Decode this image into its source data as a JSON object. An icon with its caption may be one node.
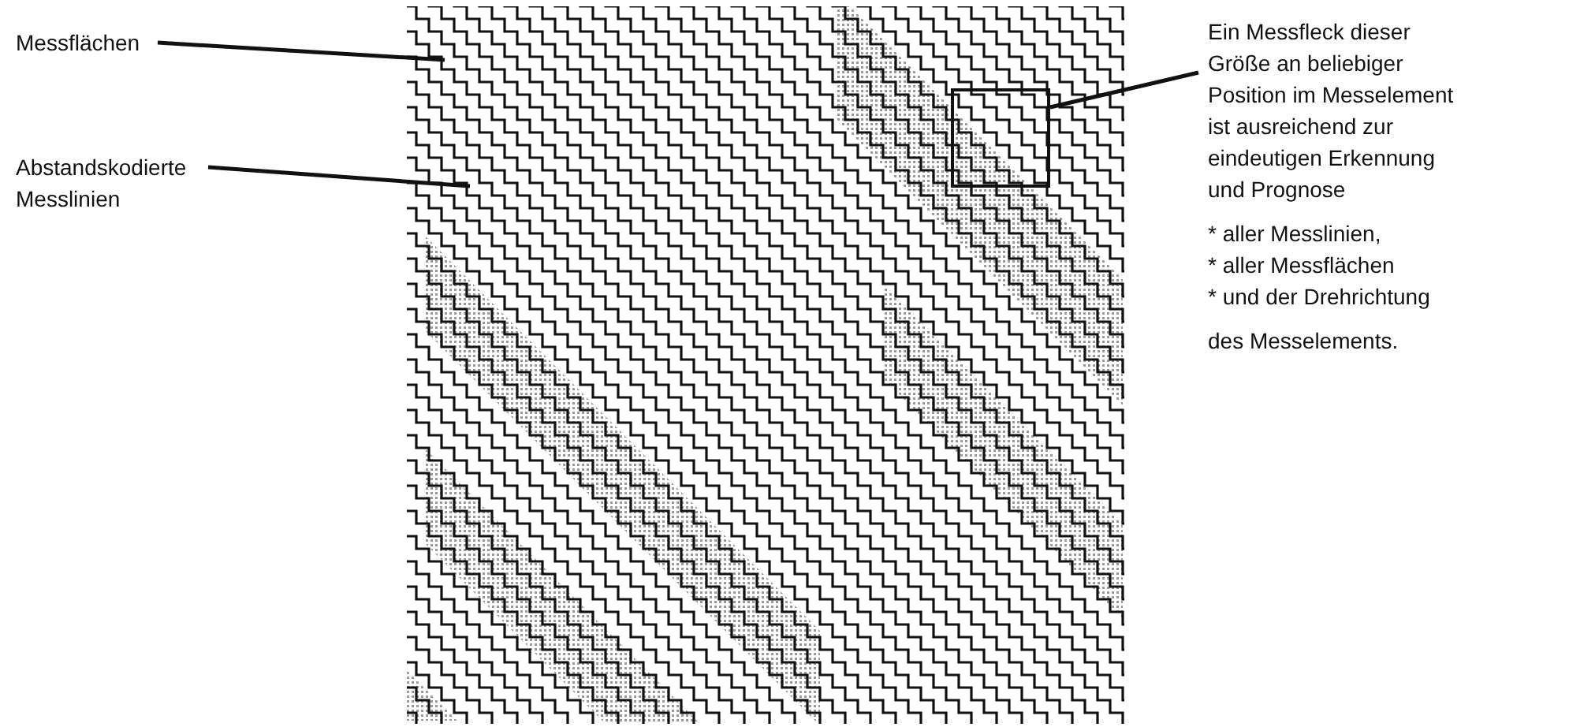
{
  "diagram": {
    "nodes": [
      {
        "text": [
          "Messflächen"
        ]
      },
      {
        "text": [
          "Abstandskodierte Messlinien"
        ]
      },
      {
        "text": [
          "Ein Messfleck dieser Größe an beliebiger Position im Messelement ist ausreichend zur eindeutigen Erkennung und Prognose",
          "* aller Messlinien,",
          "* aller Messflächen",
          "* und der Drehrichtung",
          "des Messelements."
        ]
      },
      {
        "text": [],
        "shape": "box"
      }
    ],
    "edges": [
      {
        "from": 0,
        "to": null,
        "arrow": "none"
      },
      {
        "from": 1,
        "to": null,
        "arrow": "none"
      },
      {
        "from": 2,
        "to": 3,
        "arrow": "none"
      }
    ]
  }
}
